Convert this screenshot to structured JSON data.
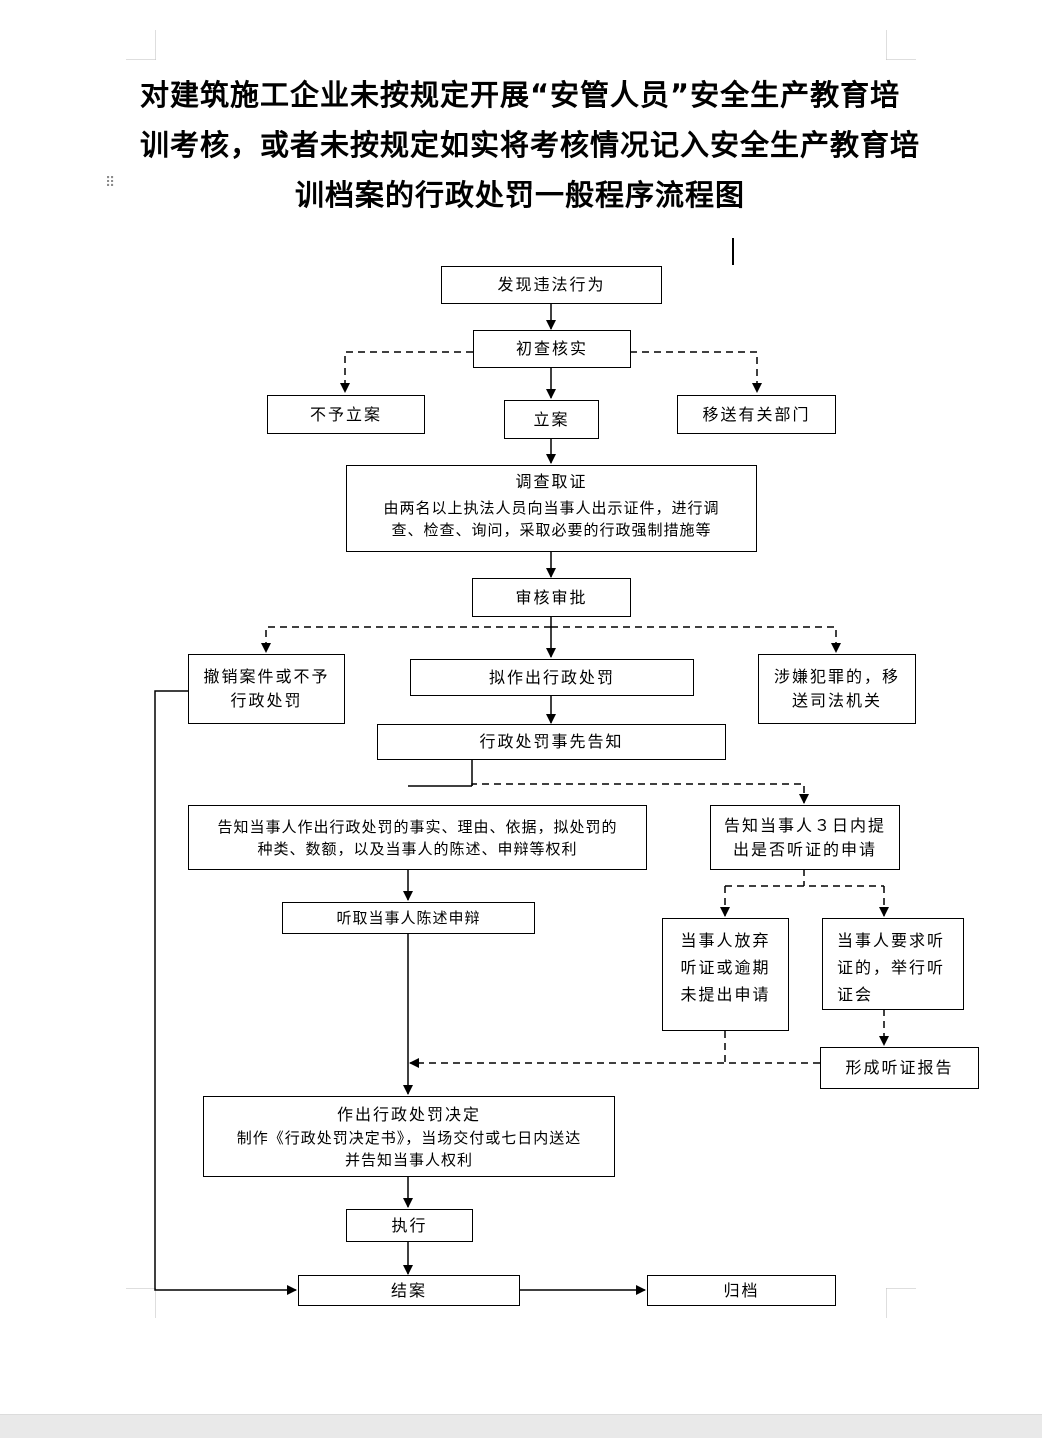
{
  "document": {
    "title_lines": [
      "对建筑施工企业未按规定开展“安管人员”安全生产教育培",
      "训考核，或者未按规定如实将考核情况记入安全生产教育培",
      "训档案的行政处罚一般程序流程图"
    ]
  },
  "flowchart": {
    "discover": "发现违法行为",
    "initial_check": "初查核实",
    "no_case": "不予立案",
    "file_case": "立案",
    "transfer_dept": "移送有关部门",
    "investigate": {
      "title": "调查取证",
      "line1": "由两名以上执法人员向当事人出示证件，进行调",
      "line2": "查、检查、询问，采取必要的行政强制措施等"
    },
    "review": "审核审批",
    "revoke": {
      "line1": "撤销案件或不予",
      "line2": "行政处罚"
    },
    "propose_penalty": "拟作出行政处罚",
    "crime_transfer": {
      "line1": "涉嫌犯罪的，移",
      "line2": "送司法机关"
    },
    "prior_notice": "行政处罚事先告知",
    "notify_rights": {
      "line1": "告知当事人作出行政处罚的事实、理由、依据，拟处罚的",
      "line2": "种类、数额，以及当事人的陈述、申辩等权利"
    },
    "notify_hearing": {
      "line1": "告知当事人３日内提",
      "line2": "出是否听证的申请"
    },
    "hear_statement": "听取当事人陈述申辩",
    "waive_hearing": {
      "line1": "当事人放弃",
      "line2": "听证或逾期",
      "line3": "未提出申请"
    },
    "request_hearing": {
      "line1": "当事人要求听",
      "line2": "证的，举行听",
      "line3": "证会"
    },
    "hearing_report": "形成听证报告",
    "decision": {
      "title": "作出行政处罚决定",
      "line1": "制作《行政处罚决定书》，当场交付或七日内送达",
      "line2": "并告知当事人权利"
    },
    "execute": "执行",
    "close_case": "结案",
    "archive": "归档"
  }
}
